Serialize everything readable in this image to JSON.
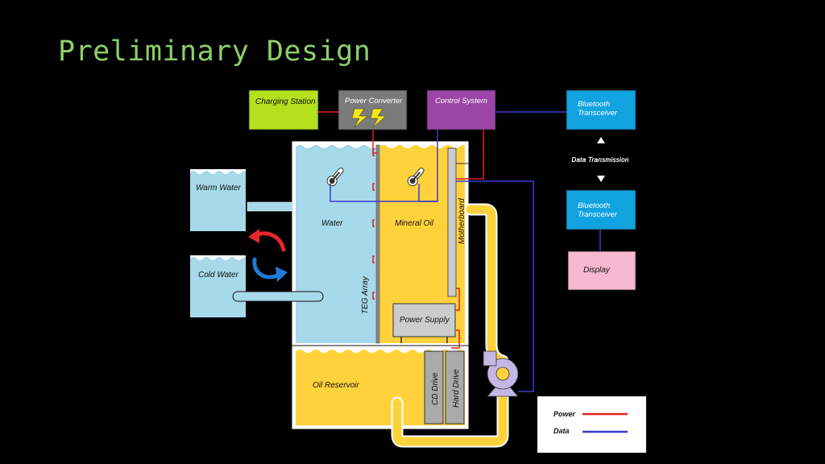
{
  "title": "Preliminary Design",
  "components": {
    "charging_station": "Charging Station",
    "power_converter": "Power Converter",
    "control_system": "Control System",
    "bluetooth_top": [
      "Bluetooth",
      "Transceiver"
    ],
    "bluetooth_bottom": [
      "Bluetooth",
      "Transceiver"
    ],
    "data_transmission": "Data Transmission",
    "display": "Display",
    "warm_water": "Warm Water",
    "cold_water": "Cold Water",
    "water": "Water",
    "mineral_oil": "Mineral Oil",
    "motherboard": "Motherboard",
    "teg_array": "TEG Array",
    "power_supply": "Power Supply",
    "oil_reservoir": "Oil Reservoir",
    "cd_drive": "CD Drive",
    "hard_drive": "Hard Drive"
  },
  "legend": {
    "power": "Power",
    "data": "Data"
  },
  "colors": {
    "title": "#8dd06a",
    "water": "#a6d9ea",
    "oil": "#ffd23c",
    "charging": "#b4e01e",
    "converter": "#7b7b7b",
    "control": "#9b45a6",
    "bluetooth": "#11a2e0",
    "display": "#f8b9d0",
    "power_line": "#e02020",
    "data_line": "#3a3acc",
    "arrow_warm": "#e8262a",
    "arrow_cold": "#1e7bd8",
    "pump": "#c4b8e6"
  }
}
